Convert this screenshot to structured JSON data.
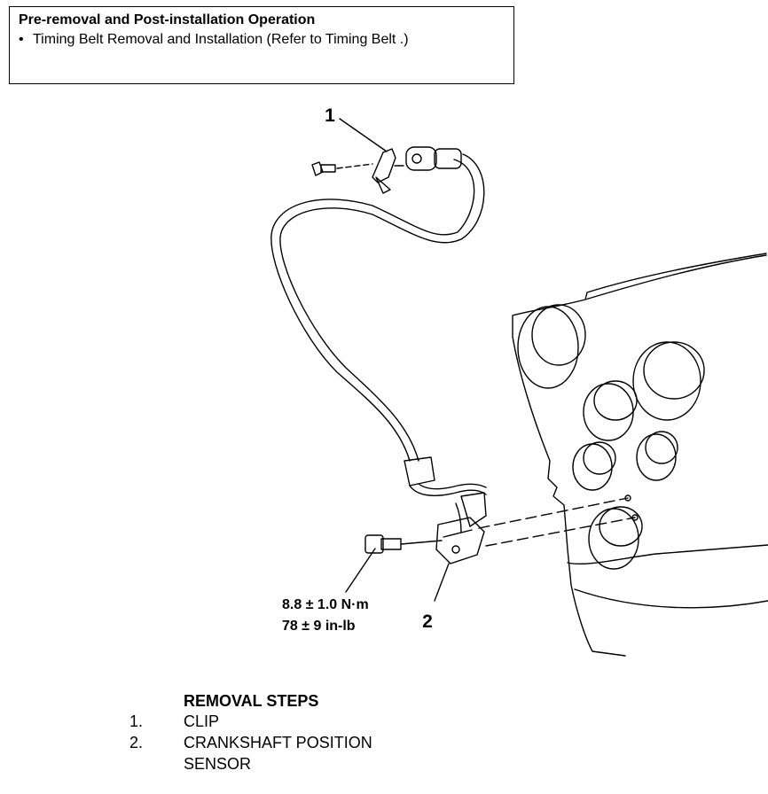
{
  "note": {
    "title": "Pre-removal and Post-installation Operation",
    "items": [
      "Timing Belt Removal and Installation (Refer to Timing Belt .)"
    ]
  },
  "callouts": {
    "clip": "1",
    "sensor": "2"
  },
  "torque": {
    "nm": "8.8 ± 1.0 N·m",
    "inlb": "78 ± 9 in-lb"
  },
  "removal_steps": {
    "title": "REMOVAL STEPS",
    "steps": [
      {
        "num": "1.",
        "label": "CLIP"
      },
      {
        "num": "2.",
        "label": "CRANKSHAFT POSITION SENSOR"
      }
    ]
  }
}
